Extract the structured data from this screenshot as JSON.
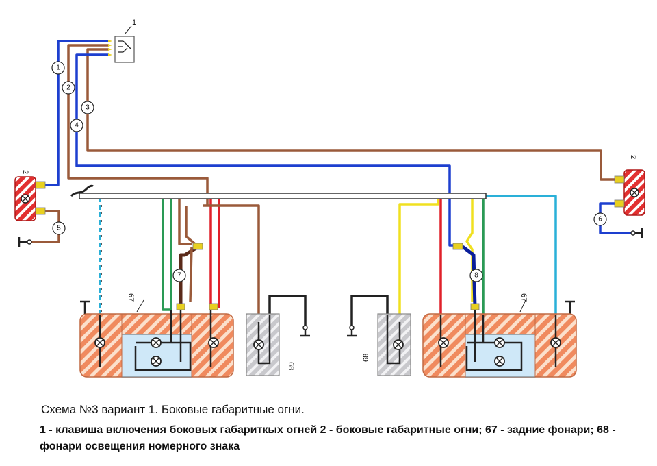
{
  "diagram": {
    "switch_label": "1",
    "side_light_label_left": "2",
    "side_light_label_right": "2",
    "rear_lamp_label_left": "67",
    "rear_lamp_label_right": "67",
    "plate_lamp_label_left": "68",
    "plate_lamp_label_right": "68",
    "wire_markers": [
      "1",
      "2",
      "3",
      "4",
      "5",
      "6",
      "7",
      "8"
    ],
    "colors": {
      "blue": "#1d3fcf",
      "brown": "#9a5a3a",
      "green": "#2a9a55",
      "red": "#e0202a",
      "yellow": "#f0e020",
      "light_blue": "#2ab0d8",
      "dark_blue": "#0a1e9a",
      "black": "#222222",
      "lamp_fill": "#f2a07a"
    }
  },
  "caption": {
    "title": "Схема №3 вариант 1. Боковые габаритные огни.",
    "legend": "1 - клавиша включения боковых габариткых огней  2 - боковые габаритные огни; 67 - задние фонари; 68 - фонари освещения номерного знака"
  }
}
